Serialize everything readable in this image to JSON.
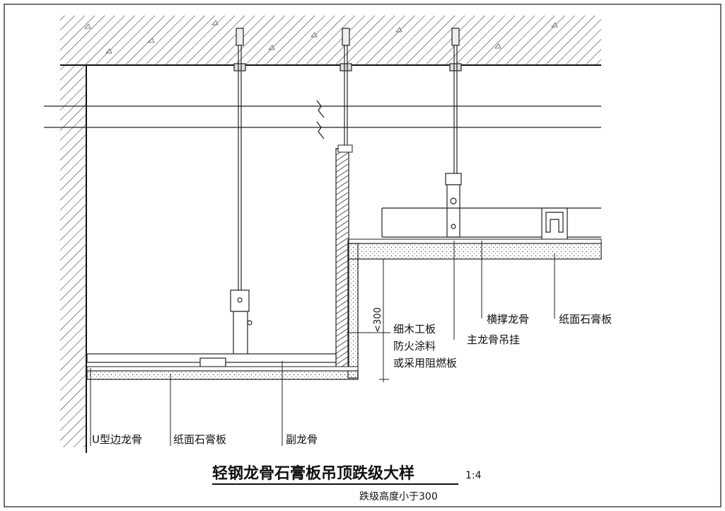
{
  "drawing": {
    "title": "轻钢龙骨石膏板吊顶跌级大样",
    "scale": "1:4",
    "subtitle": "跌级高度小于300",
    "dimension": "<300",
    "labels": {
      "plank": [
        "细木工板",
        "防火涂料",
        "或采用阻燃板"
      ],
      "main_hanger": "主龙骨吊挂",
      "cross_keel": "横撑龙骨",
      "gypsum_board_right": "纸面石膏板",
      "u_edge_keel": "U型边龙骨",
      "gypsum_board_left": "纸面石膏板",
      "secondary_keel": "副龙骨"
    }
  }
}
